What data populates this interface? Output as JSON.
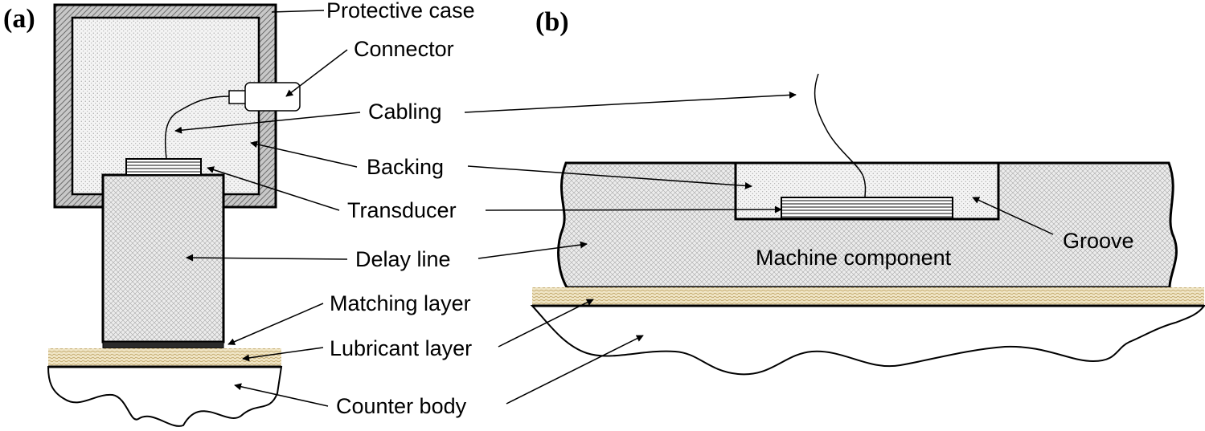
{
  "panel_a": {
    "letter": "(a)",
    "labels": {
      "protective_case": "Protective case",
      "connector": "Connector",
      "cabling": "Cabling",
      "backing": "Backing",
      "transducer": "Transducer",
      "delay_line": "Delay line",
      "matching_layer": "Matching layer",
      "lubricant_layer": "Lubricant layer",
      "counter_body": "Counter body"
    }
  },
  "panel_b": {
    "letter": "(b)",
    "labels": {
      "machine_component": "Machine component",
      "groove": "Groove"
    }
  },
  "colors": {
    "case_hatch": "#8c8c8c",
    "backing_fill": "#f0f0f0",
    "delay_line_fill": "#e6e6e6",
    "lubricant_fill": "#e8dcb8",
    "matching_layer": "#2a2a2a",
    "outline": "#000000"
  }
}
